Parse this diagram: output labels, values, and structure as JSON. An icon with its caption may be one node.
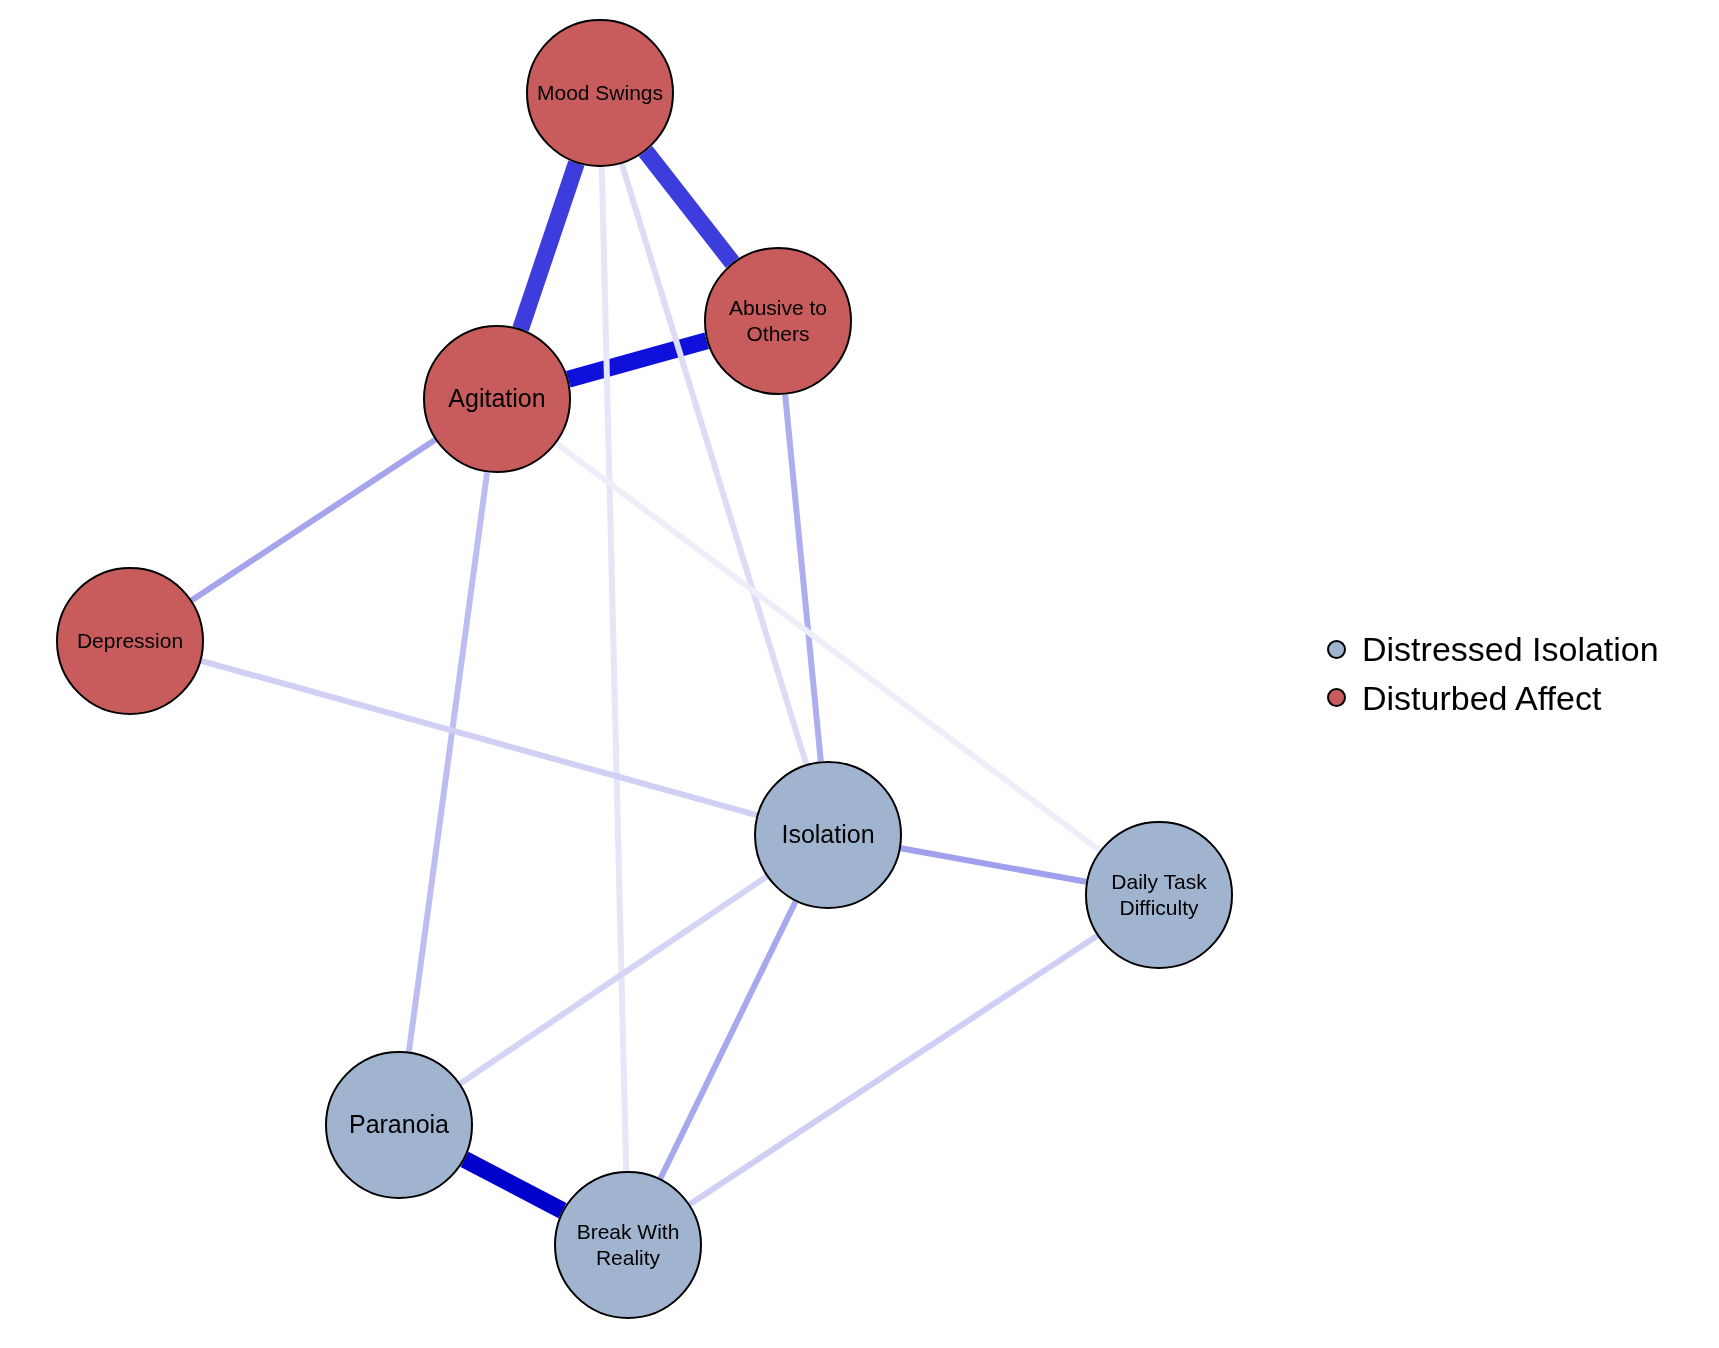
{
  "diagram": {
    "nodes": [
      {
        "text": [
          "Mood Swings"
        ]
      },
      {
        "text": [
          "Abusive to Others"
        ]
      },
      {
        "text": [
          "Agitation"
        ]
      },
      {
        "text": [
          "Depression"
        ]
      },
      {
        "text": [
          "Isolation"
        ]
      },
      {
        "text": [
          "Daily Task Difficulty"
        ]
      },
      {
        "text": [
          "Paranoia"
        ]
      },
      {
        "text": [
          "Break With Reality"
        ]
      }
    ],
    "edges": [
      {
        "from": 0,
        "to": 2,
        "arrow": "none",
        "style": "thick",
        "color": "#3d3ddd"
      },
      {
        "from": 0,
        "to": 1,
        "arrow": "none",
        "style": "thick",
        "color": "#3d3ddd"
      },
      {
        "from": 2,
        "to": 1,
        "arrow": "none",
        "style": "thick",
        "color": "#1010dd"
      },
      {
        "from": 0,
        "to": 7,
        "arrow": "none",
        "color": "#e6e6f8"
      },
      {
        "from": 0,
        "to": 4,
        "arrow": "none",
        "color": "#dcdcf5"
      },
      {
        "from": 1,
        "to": 4,
        "arrow": "none",
        "color": "#aeaeee"
      },
      {
        "from": 2,
        "to": 3,
        "arrow": "none",
        "color": "#a5a5ee"
      },
      {
        "from": 2,
        "to": 6,
        "arrow": "none",
        "color": "#bdbdf2"
      },
      {
        "from": 2,
        "to": 5,
        "arrow": "none",
        "color": "#eeeefb"
      },
      {
        "from": 3,
        "to": 4,
        "arrow": "none",
        "color": "#d0d0f5"
      },
      {
        "from": 4,
        "to": 5,
        "arrow": "none",
        "color": "#a0a0ee"
      },
      {
        "from": 4,
        "to": 6,
        "arrow": "none",
        "color": "#d4d4f6"
      },
      {
        "from": 4,
        "to": 7,
        "arrow": "none",
        "color": "#a8a8ee"
      },
      {
        "from": 5,
        "to": 7,
        "arrow": "none",
        "color": "#cfcff5"
      },
      {
        "from": 6,
        "to": 7,
        "arrow": "none",
        "style": "thick",
        "color": "#0000cc"
      }
    ],
    "legend": [
      {
        "text": "Distressed Isolation",
        "color": "#a0b4d0"
      },
      {
        "text": "Disturbed Affect",
        "color": "#c85c5c"
      }
    ]
  }
}
